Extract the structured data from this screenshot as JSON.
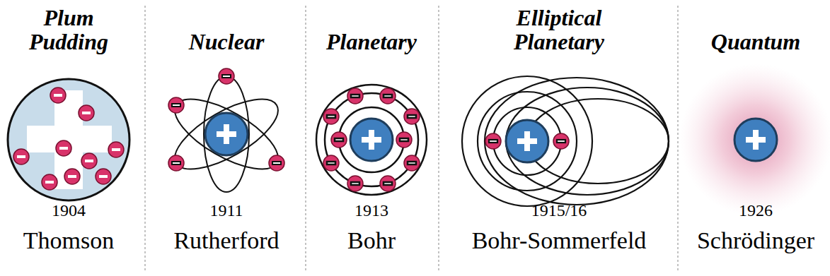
{
  "diagram": {
    "labels": [
      "Plum Pudding",
      "Nuclear",
      "Planetary",
      "Elliptical Planetary",
      "Quantum",
      "1904",
      "1911",
      "1913",
      "1915/16",
      "1926",
      "Thomson",
      "Rutherford",
      "Bohr",
      "Bohr-Sommerfeld",
      "Schrödinger"
    ]
  }
}
